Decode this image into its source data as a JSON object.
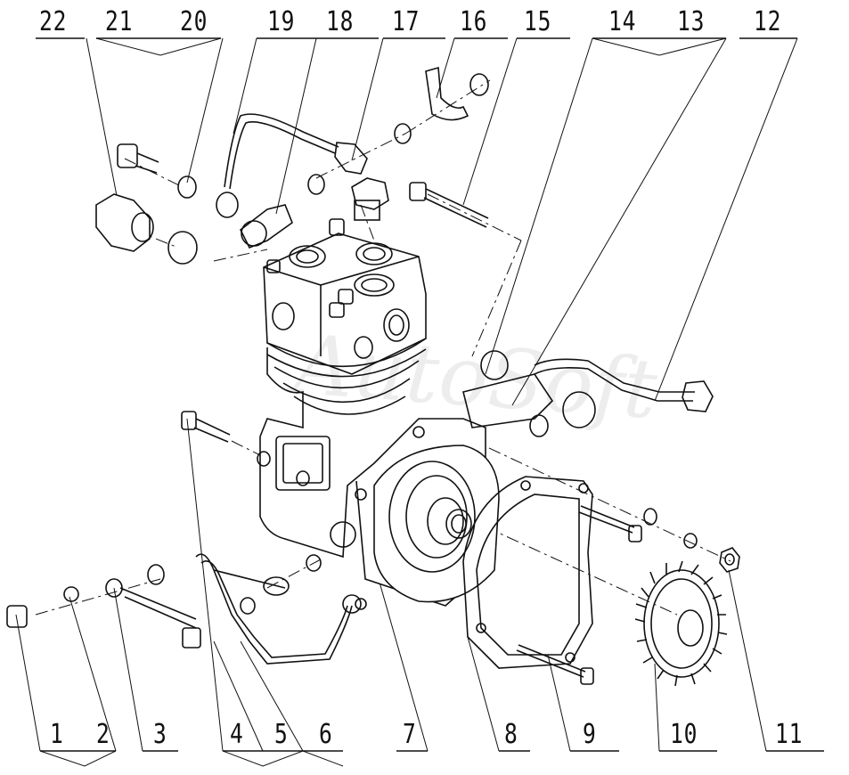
{
  "watermark": "AutoSoft",
  "callouts": {
    "top": [
      "22",
      "21",
      "20",
      "19",
      "18",
      "17",
      "16",
      "15",
      "14",
      "13",
      "12"
    ],
    "bottom": [
      "1",
      "2",
      "3",
      "4",
      "5",
      "6",
      "7",
      "8",
      "9",
      "10",
      "11"
    ]
  }
}
